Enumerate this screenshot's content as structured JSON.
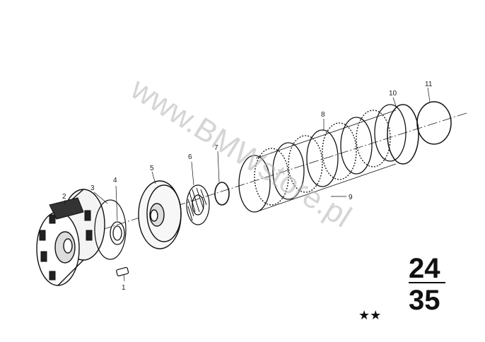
{
  "watermark": "www.BMWstore.pl",
  "callouts": [
    "1",
    "2",
    "3",
    "4",
    "5",
    "6",
    "7",
    "8",
    "9",
    "10",
    "11"
  ],
  "group_top": "24",
  "group_bottom": "35",
  "stars": "★★"
}
